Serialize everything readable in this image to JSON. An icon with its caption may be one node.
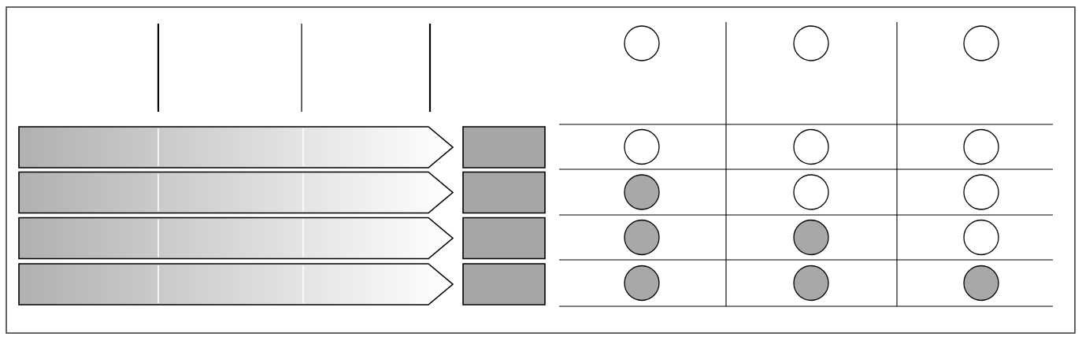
{
  "diagram": {
    "nodes": [
      {
        "text": [],
        "shape": "circle"
      },
      {
        "text": [],
        "shape": "circle"
      },
      {
        "text": [],
        "shape": "circle"
      },
      {
        "text": [],
        "shape": "bar"
      },
      {
        "text": [],
        "shape": "box"
      },
      {
        "text": [],
        "shape": "circle"
      },
      {
        "text": [],
        "shape": "circle"
      },
      {
        "text": [],
        "shape": "circle"
      },
      {
        "text": [],
        "shape": "bar"
      },
      {
        "text": [],
        "shape": "box"
      },
      {
        "text": [],
        "shape": "circle"
      },
      {
        "text": [],
        "shape": "circle"
      },
      {
        "text": [],
        "shape": "circle"
      },
      {
        "text": [],
        "shape": "bar"
      },
      {
        "text": [],
        "shape": "box"
      },
      {
        "text": [],
        "shape": "circle"
      },
      {
        "text": [],
        "shape": "circle"
      },
      {
        "text": [],
        "shape": "circle"
      },
      {
        "text": [],
        "shape": "bar"
      },
      {
        "text": [],
        "shape": "box"
      },
      {
        "text": [],
        "shape": "circle"
      },
      {
        "text": [],
        "shape": "circle"
      },
      {
        "text": [],
        "shape": "circle"
      }
    ]
  }
}
